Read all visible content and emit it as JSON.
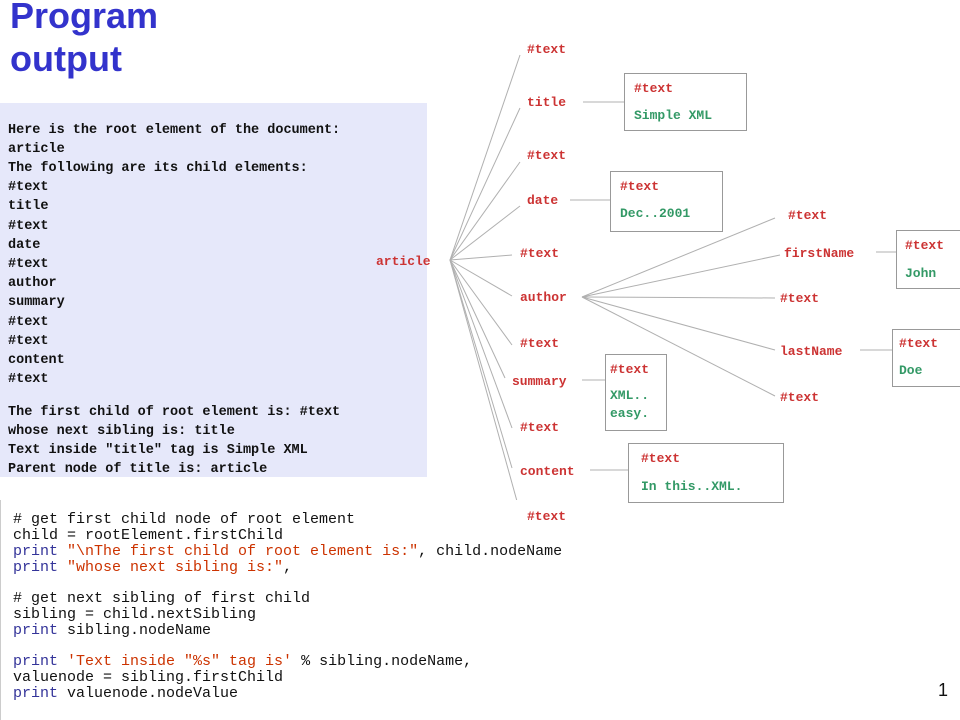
{
  "slide": {
    "title_line1": "Program",
    "title_line2": "output",
    "page_number": "1"
  },
  "output": [
    "Here is the root element of the document:",
    "article",
    "The following are its child elements:",
    "#text",
    "title",
    "#text",
    "date",
    "#text",
    "author",
    "#text",
    "summary",
    "#text",
    "content",
    "#text",
    "The first child of root element is: #text",
    "whose next sibling is: title",
    "Text inside \"title\" tag is Simple XML",
    "Parent node of title is: article"
  ],
  "tree": {
    "root": "article",
    "children": [
      "#text",
      "title",
      "#text",
      "date",
      "#text",
      "author",
      "#text",
      "summary",
      "#text",
      "content",
      "#text"
    ],
    "author_children": [
      "#text",
      "firstName",
      "#text",
      "lastName",
      "#text"
    ],
    "boxes": {
      "title": {
        "label": "#text",
        "value": "Simple XML"
      },
      "date": {
        "label": "#text",
        "value": "Dec..2001"
      },
      "summary": {
        "label": "#text",
        "value1": "XML..",
        "value2": "easy."
      },
      "content": {
        "label": "#text",
        "value": "In this..XML."
      },
      "firstName": {
        "label": "#text",
        "value": "John"
      },
      "lastName": {
        "label": "#text",
        "value": "Doe"
      }
    }
  },
  "code": [
    {
      "type": "comment",
      "text": "# get first child node of root element"
    },
    {
      "type": "plain",
      "text": "child = rootElement.firstChild"
    },
    {
      "type": "print",
      "kw": "print",
      "str": " \"\\nThe first child of root element is:\"",
      "rest": ", child.nodeName"
    },
    {
      "type": "print",
      "kw": "print",
      "str": " \"whose next sibling is:\"",
      "rest": ","
    },
    {
      "type": "blank",
      "text": ""
    },
    {
      "type": "comment",
      "text": "# get next sibling of first child"
    },
    {
      "type": "plain",
      "text": "sibling = child.nextSibling"
    },
    {
      "type": "print",
      "kw": "print",
      "str": "",
      "rest": " sibling.nodeName"
    },
    {
      "type": "blank",
      "text": ""
    },
    {
      "type": "print",
      "kw": "print",
      "str": " 'Text inside \"%s\" tag is'",
      "rest": " % sibling.nodeName,"
    },
    {
      "type": "plain",
      "text": "valuenode = sibling.firstChild"
    },
    {
      "type": "print",
      "kw": "print",
      "str": "",
      "rest": " valuenode.nodeValue"
    }
  ]
}
